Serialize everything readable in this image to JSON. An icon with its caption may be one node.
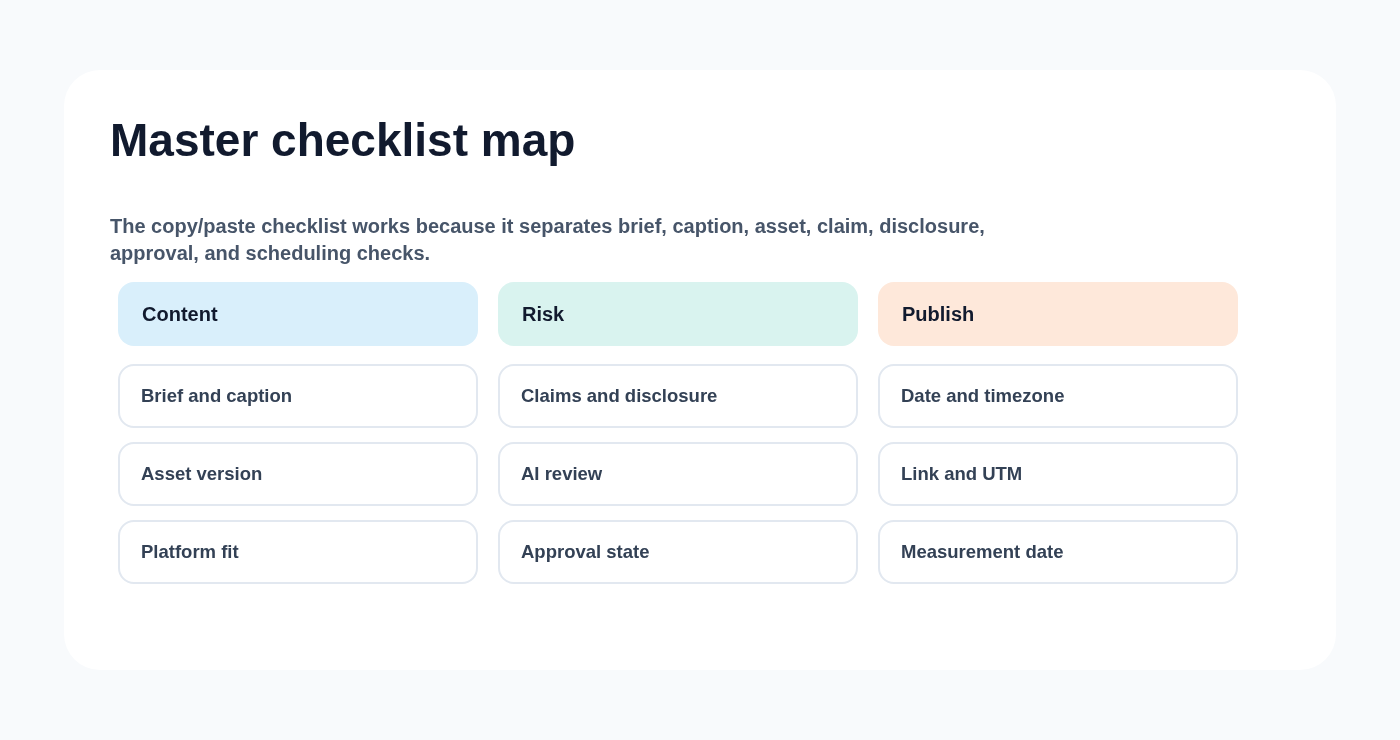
{
  "diagram": {
    "title": "Master checklist map",
    "nodes": [
      {
        "text": [
          "Content"
        ]
      },
      {
        "text": [
          "Risk"
        ]
      },
      {
        "text": [
          "Publish"
        ]
      },
      {
        "text": [
          "Brief and caption"
        ]
      },
      {
        "text": [
          "Claims and disclosure"
        ]
      },
      {
        "text": [
          "Date and timezone"
        ]
      },
      {
        "text": [
          "Asset version"
        ]
      },
      {
        "text": [
          "AI review"
        ]
      },
      {
        "text": [
          "Link and UTM"
        ]
      },
      {
        "text": [
          "Platform fit"
        ]
      },
      {
        "text": [
          "Approval state"
        ]
      },
      {
        "text": [
          "Measurement date"
        ]
      }
    ],
    "edges": [],
    "labels": [
      "The copy/paste checklist works because it separates brief, caption, asset, claim, disclosure, approval, and scheduling checks."
    ]
  }
}
